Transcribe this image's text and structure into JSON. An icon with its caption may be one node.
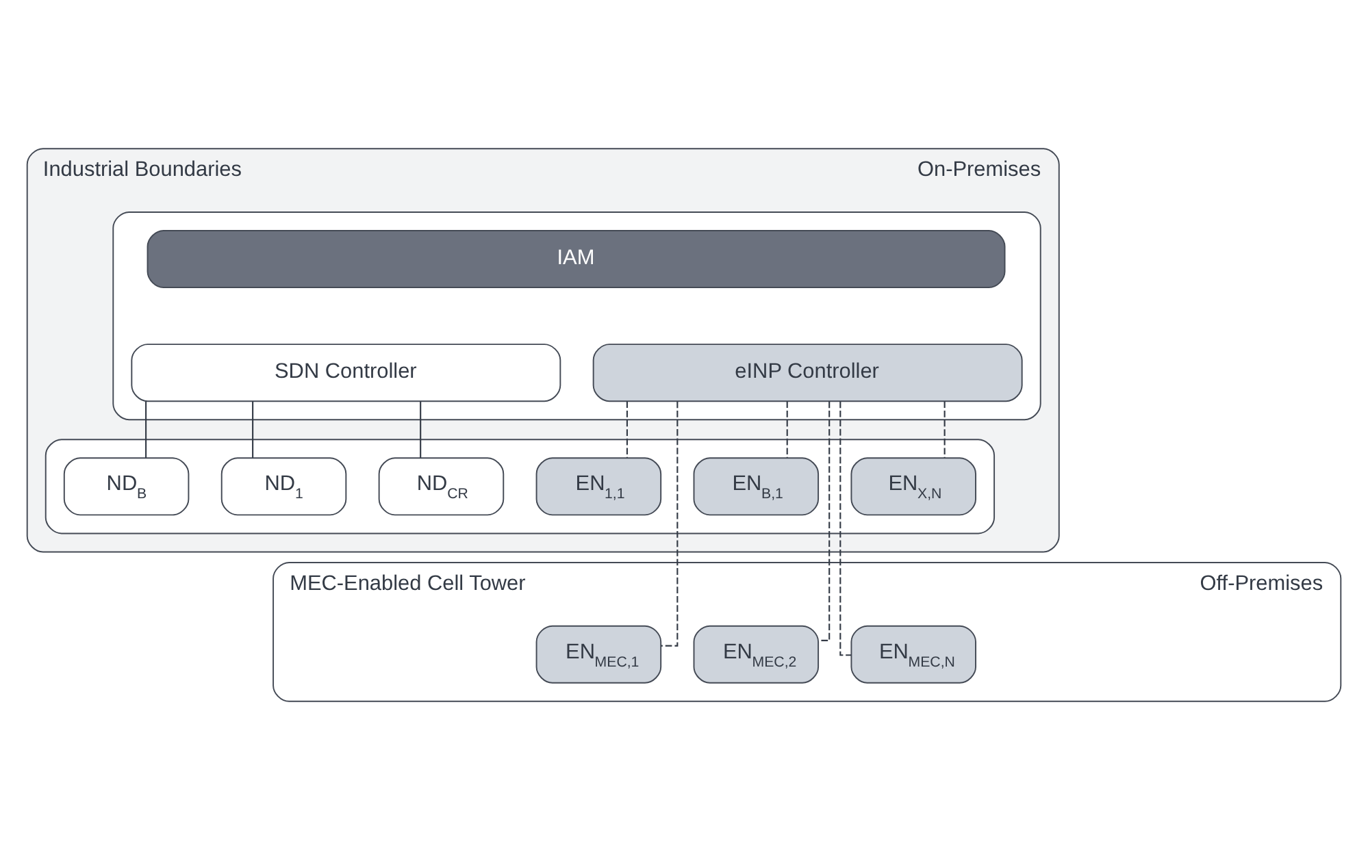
{
  "diagram": {
    "nodes": [
      {
        "text": [
          "Industrial Boundaries"
        ],
        "beside": [
          "On-Premises"
        ]
      },
      {
        "text": [],
        "shape": "box",
        "in": 0
      },
      {
        "text": [
          "IAM"
        ],
        "in": 1
      },
      {
        "text": [
          "SDN Controller"
        ],
        "in": 1
      },
      {
        "text": [
          "eINP Controller"
        ],
        "in": 1
      },
      {
        "text": [],
        "shape": "box",
        "in": 0
      },
      {
        "text": [
          "EN$_{1,1}$"
        ],
        "in": 5
      },
      {
        "text": [
          "ND$_{1}$"
        ],
        "in": 5
      },
      {
        "text": [
          "EN$_{B,1}$"
        ],
        "in": 5
      },
      {
        "text": [
          "ND$_{B}$"
        ],
        "in": 5
      },
      {
        "text": [
          "EN$_{X,N}$"
        ],
        "in": 5
      },
      {
        "text": [
          "ND$_{CR}$"
        ],
        "in": 5
      },
      {
        "text": [
          "MEC-Enabled Cell Tower"
        ],
        "beside": [
          "Off-Premises"
        ]
      },
      {
        "text": [
          "EN$_{MEC,1}$"
        ],
        "in": 12
      },
      {
        "text": [
          "EN$_{MEC,2}$"
        ],
        "in": 12
      },
      {
        "text": [
          "EN$_{MEC,N}$"
        ],
        "in": 12
      }
    ],
    "edges": [
      {
        "from": 3,
        "to": 7,
        "arrow": "none"
      },
      {
        "from": 3,
        "to": 9,
        "arrow": "none"
      },
      {
        "from": 3,
        "to": 11,
        "arrow": "none"
      },
      {
        "from": 4,
        "to": 6,
        "arrow": "none",
        "style": "dashed"
      },
      {
        "from": 4,
        "to": 8,
        "arrow": "none",
        "style": "dashed"
      },
      {
        "from": 4,
        "to": 10,
        "arrow": "none",
        "style": "dashed"
      },
      {
        "from": 4,
        "to": 13,
        "arrow": "none",
        "style": "dashed"
      },
      {
        "from": 4,
        "to": 14,
        "arrow": "none",
        "style": "dashed"
      },
      {
        "from": 4,
        "to": 15,
        "arrow": "none",
        "style": "dashed"
      }
    ]
  }
}
